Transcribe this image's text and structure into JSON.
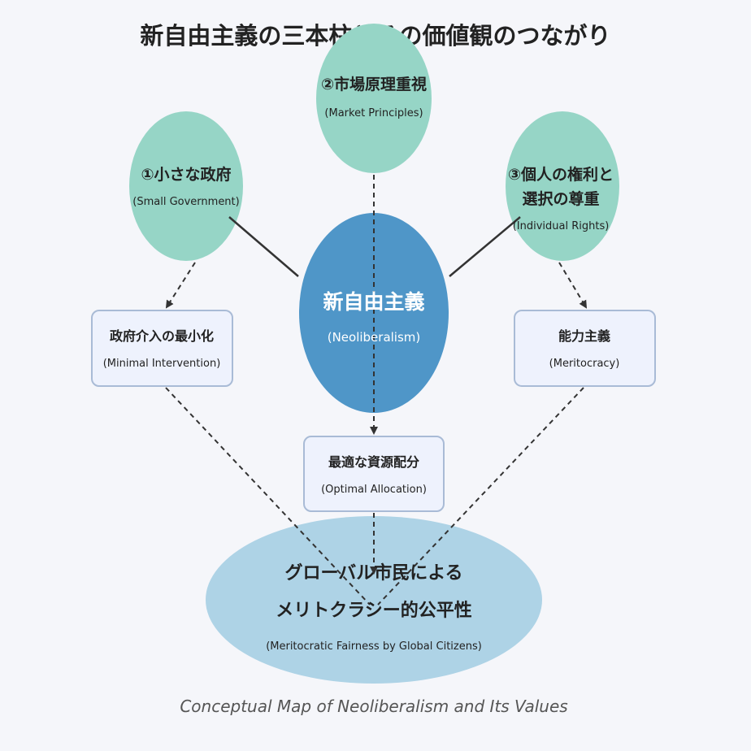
{
  "title": "新自由主義の三本柱とその価値観のつながり",
  "caption": "Conceptual Map of Neoliberalism and Its Values",
  "center": {
    "jp": "新自由主義",
    "en": "(Neoliberalism)"
  },
  "pillars": [
    {
      "jp": "①小さな政府",
      "en": "(Small Government)"
    },
    {
      "jp": "②市場原理重視",
      "en": "(Market Principles)"
    },
    {
      "jp_line1": "③個人の権利と",
      "jp_line2": "選択の尊重",
      "en": "(Individual Rights)"
    }
  ],
  "values": [
    {
      "jp": "政府介入の最小化",
      "en": "(Minimal Intervention)"
    },
    {
      "jp": "最適な資源配分",
      "en": "(Optimal Allocation)"
    },
    {
      "jp": "能力主義",
      "en": "(Meritocracy)"
    }
  ],
  "result": {
    "jp_line1": "グローバル市民による",
    "jp_line2": "メリトクラシー的公平性",
    "en": "(Meritocratic Fairness by Global Citizens)"
  },
  "colors": {
    "pillar_fill": "#96d5c6",
    "center_fill": "#4f96c8",
    "box_fill": "#eef2fd",
    "box_stroke": "#a9bbd6",
    "result_fill": "#aed3e6",
    "line": "#333333"
  }
}
